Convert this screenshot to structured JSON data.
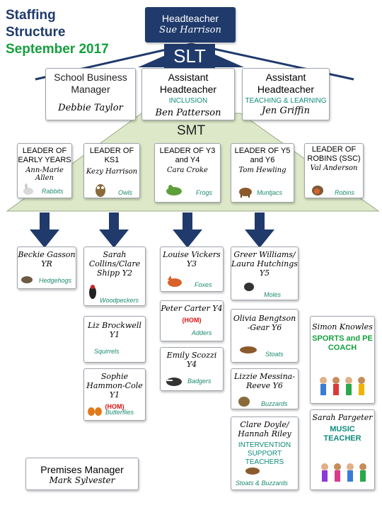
{
  "title": {
    "line1": "Staffing",
    "line2": "Structure",
    "line3": "September 2017"
  },
  "headteacher": {
    "role": "Headteacher",
    "name": "Sue Harrison"
  },
  "slt_label": "SLT",
  "smt_label": "SMT",
  "business_manager": {
    "role": "School Business Manager",
    "name": "Debbie Taylor"
  },
  "assistant_inclusion": {
    "role": "Assistant Headteacher",
    "area": "INCLUSION",
    "name": "Ben Patterson"
  },
  "assistant_teaching": {
    "role": "Assistant Headteacher",
    "area": "TEACHING & LEARNING",
    "name": "Jen Griffin"
  },
  "leaders": [
    {
      "role": "LEADER OF EARLY YEARS",
      "name": "Ann-Marie Allen",
      "class": "Rabbits"
    },
    {
      "role": "LEADER OF KS1",
      "name": "Kezy Harrison",
      "class": "Owls"
    },
    {
      "role": "LEADER OF Y3 and Y4",
      "name": "Cara Croke",
      "class": "Frogs"
    },
    {
      "role": "LEADER OF Y5 and Y6",
      "name": "Tom Hewling",
      "class": "Muntjacs"
    },
    {
      "role": "LEADER OF ROBINS (SSC)",
      "name": "Val Anderson",
      "class": "Robins"
    }
  ],
  "teachers": {
    "beckie": {
      "name": "Beckie Gasson YR",
      "class": "Hedgehogs"
    },
    "sarah_collins": {
      "name": "Sarah Collins/Clare Shipp Y2",
      "class": "Woodpeckers"
    },
    "liz": {
      "name": "Liz Brockwell Y1",
      "class": "Squirrels"
    },
    "sophie": {
      "name": "Sophie Hammon-Cole Y1",
      "tag": "(HOM)",
      "class": "Butterflies"
    },
    "louise": {
      "name": "Louise Vickers Y3",
      "class": "Foxes"
    },
    "peter": {
      "name": "Peter Carter Y4",
      "tag": "(HOM)",
      "class": "Adders"
    },
    "emily": {
      "name": "Emily Scozzi Y4",
      "class": "Badgers"
    },
    "greer": {
      "name": "Greer Williams/ Laura Hutchings Y5",
      "class": "Moles"
    },
    "olivia": {
      "name": "Olivia Bengtson -Gear Y6",
      "class": "Stoats"
    },
    "lizzie": {
      "name": "Lizzie Messina-Reeve Y6",
      "class": "Buzzards"
    },
    "clare": {
      "name": "Clare Doyle/ Hannah Riley",
      "role": "INTERVENTION SUPPORT TEACHERS",
      "class": "Stoats & Buzzards"
    }
  },
  "simon": {
    "name": "Simon Knowles",
    "role": "SPORTS and PE COACH"
  },
  "sarah_pargeter": {
    "name": "Sarah Pargeter",
    "role": "MUSIC TEACHER"
  },
  "premises": {
    "role": "Premises Manager",
    "name": "Mark Sylvester"
  },
  "colors": {
    "navy": "#1f3a6b",
    "smt_fill": "#dde8c8",
    "teal": "#0f8c7c",
    "green": "#14a03c"
  }
}
